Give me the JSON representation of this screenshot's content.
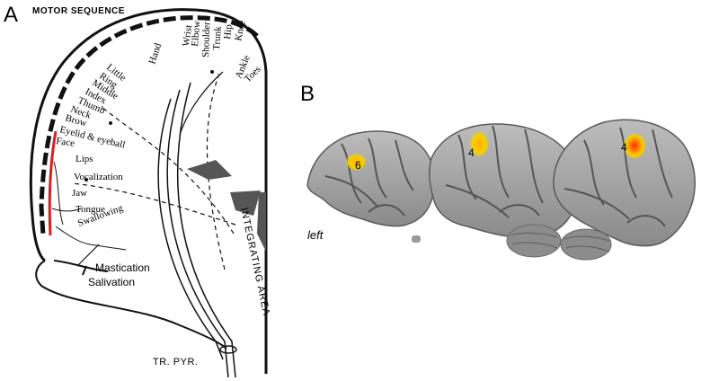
{
  "panel_a": {
    "letter": "A",
    "title": "MOTOR SEQUENCE",
    "body_parts": [
      "Hand",
      "Wrist",
      "Elbow",
      "Shoulder",
      "Trunk",
      "Hip",
      "Knee",
      "Ankle",
      "Toes",
      "Little",
      "Ring",
      "Middle",
      "Index",
      "Thumb",
      "Neck",
      "Brow",
      "Eyelid & eyeball",
      "Face"
    ],
    "face_parts": [
      "Lips",
      "Vocalization",
      "Jaw",
      "Tongue",
      "Swallowing"
    ],
    "mastication": "Mastication",
    "salivation": "Salivation",
    "integrating_area": "INTEGRATING AREA",
    "tract": "TR. PYR.",
    "highlight_color": "#d42020"
  },
  "panel_b": {
    "letter": "B",
    "left_label": "left",
    "activations": [
      "6",
      "4",
      "4"
    ],
    "activation_colors": [
      "#f5d000",
      "#ff3000"
    ]
  }
}
